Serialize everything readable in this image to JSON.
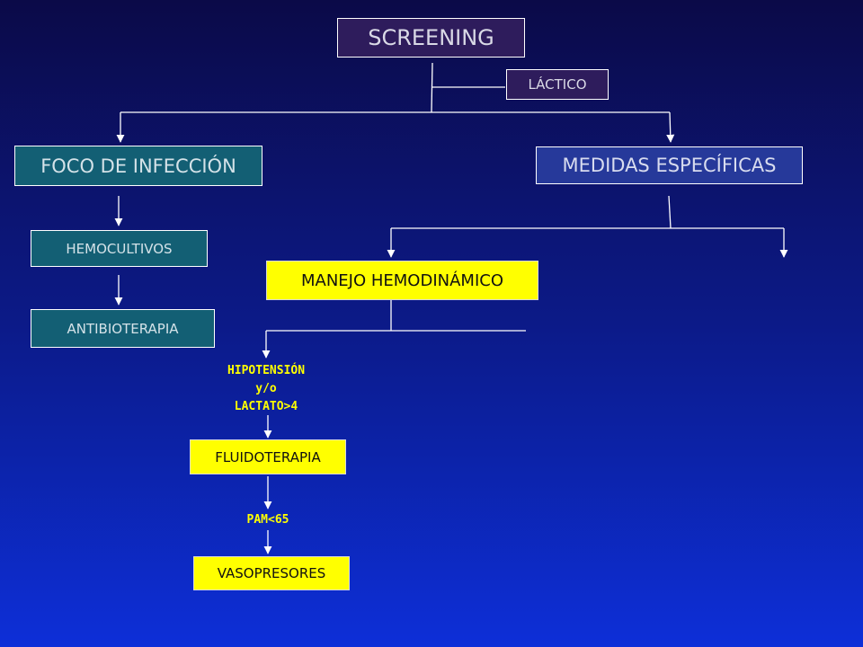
{
  "nodes": {
    "screening": "SCREENING",
    "lactico": "LÁCTICO",
    "foco": "FOCO DE INFECCIÓN",
    "medidas": "MEDIDAS ESPECÍFICAS",
    "hemocultivos": "HEMOCULTIVOS",
    "antibioterapia": "ANTIBIOTERAPIA",
    "manejo": "MANEJO HEMODINÁMICO",
    "fluidoterapia": "FLUIDOTERAPIA",
    "vasopresores": "VASOPRESORES"
  },
  "edge_labels": {
    "hipotension": [
      "HIPOTENSIÓN",
      "y/o",
      "LACTATO>4"
    ],
    "pam": "PAM<65"
  },
  "colors": {
    "purple_box": "#2e1c5c",
    "teal_box": "#135f74",
    "navy_box": "#26399a",
    "yellow_box": "#ffff00",
    "connector": "#ffffff",
    "label_text": "#ffff00"
  }
}
